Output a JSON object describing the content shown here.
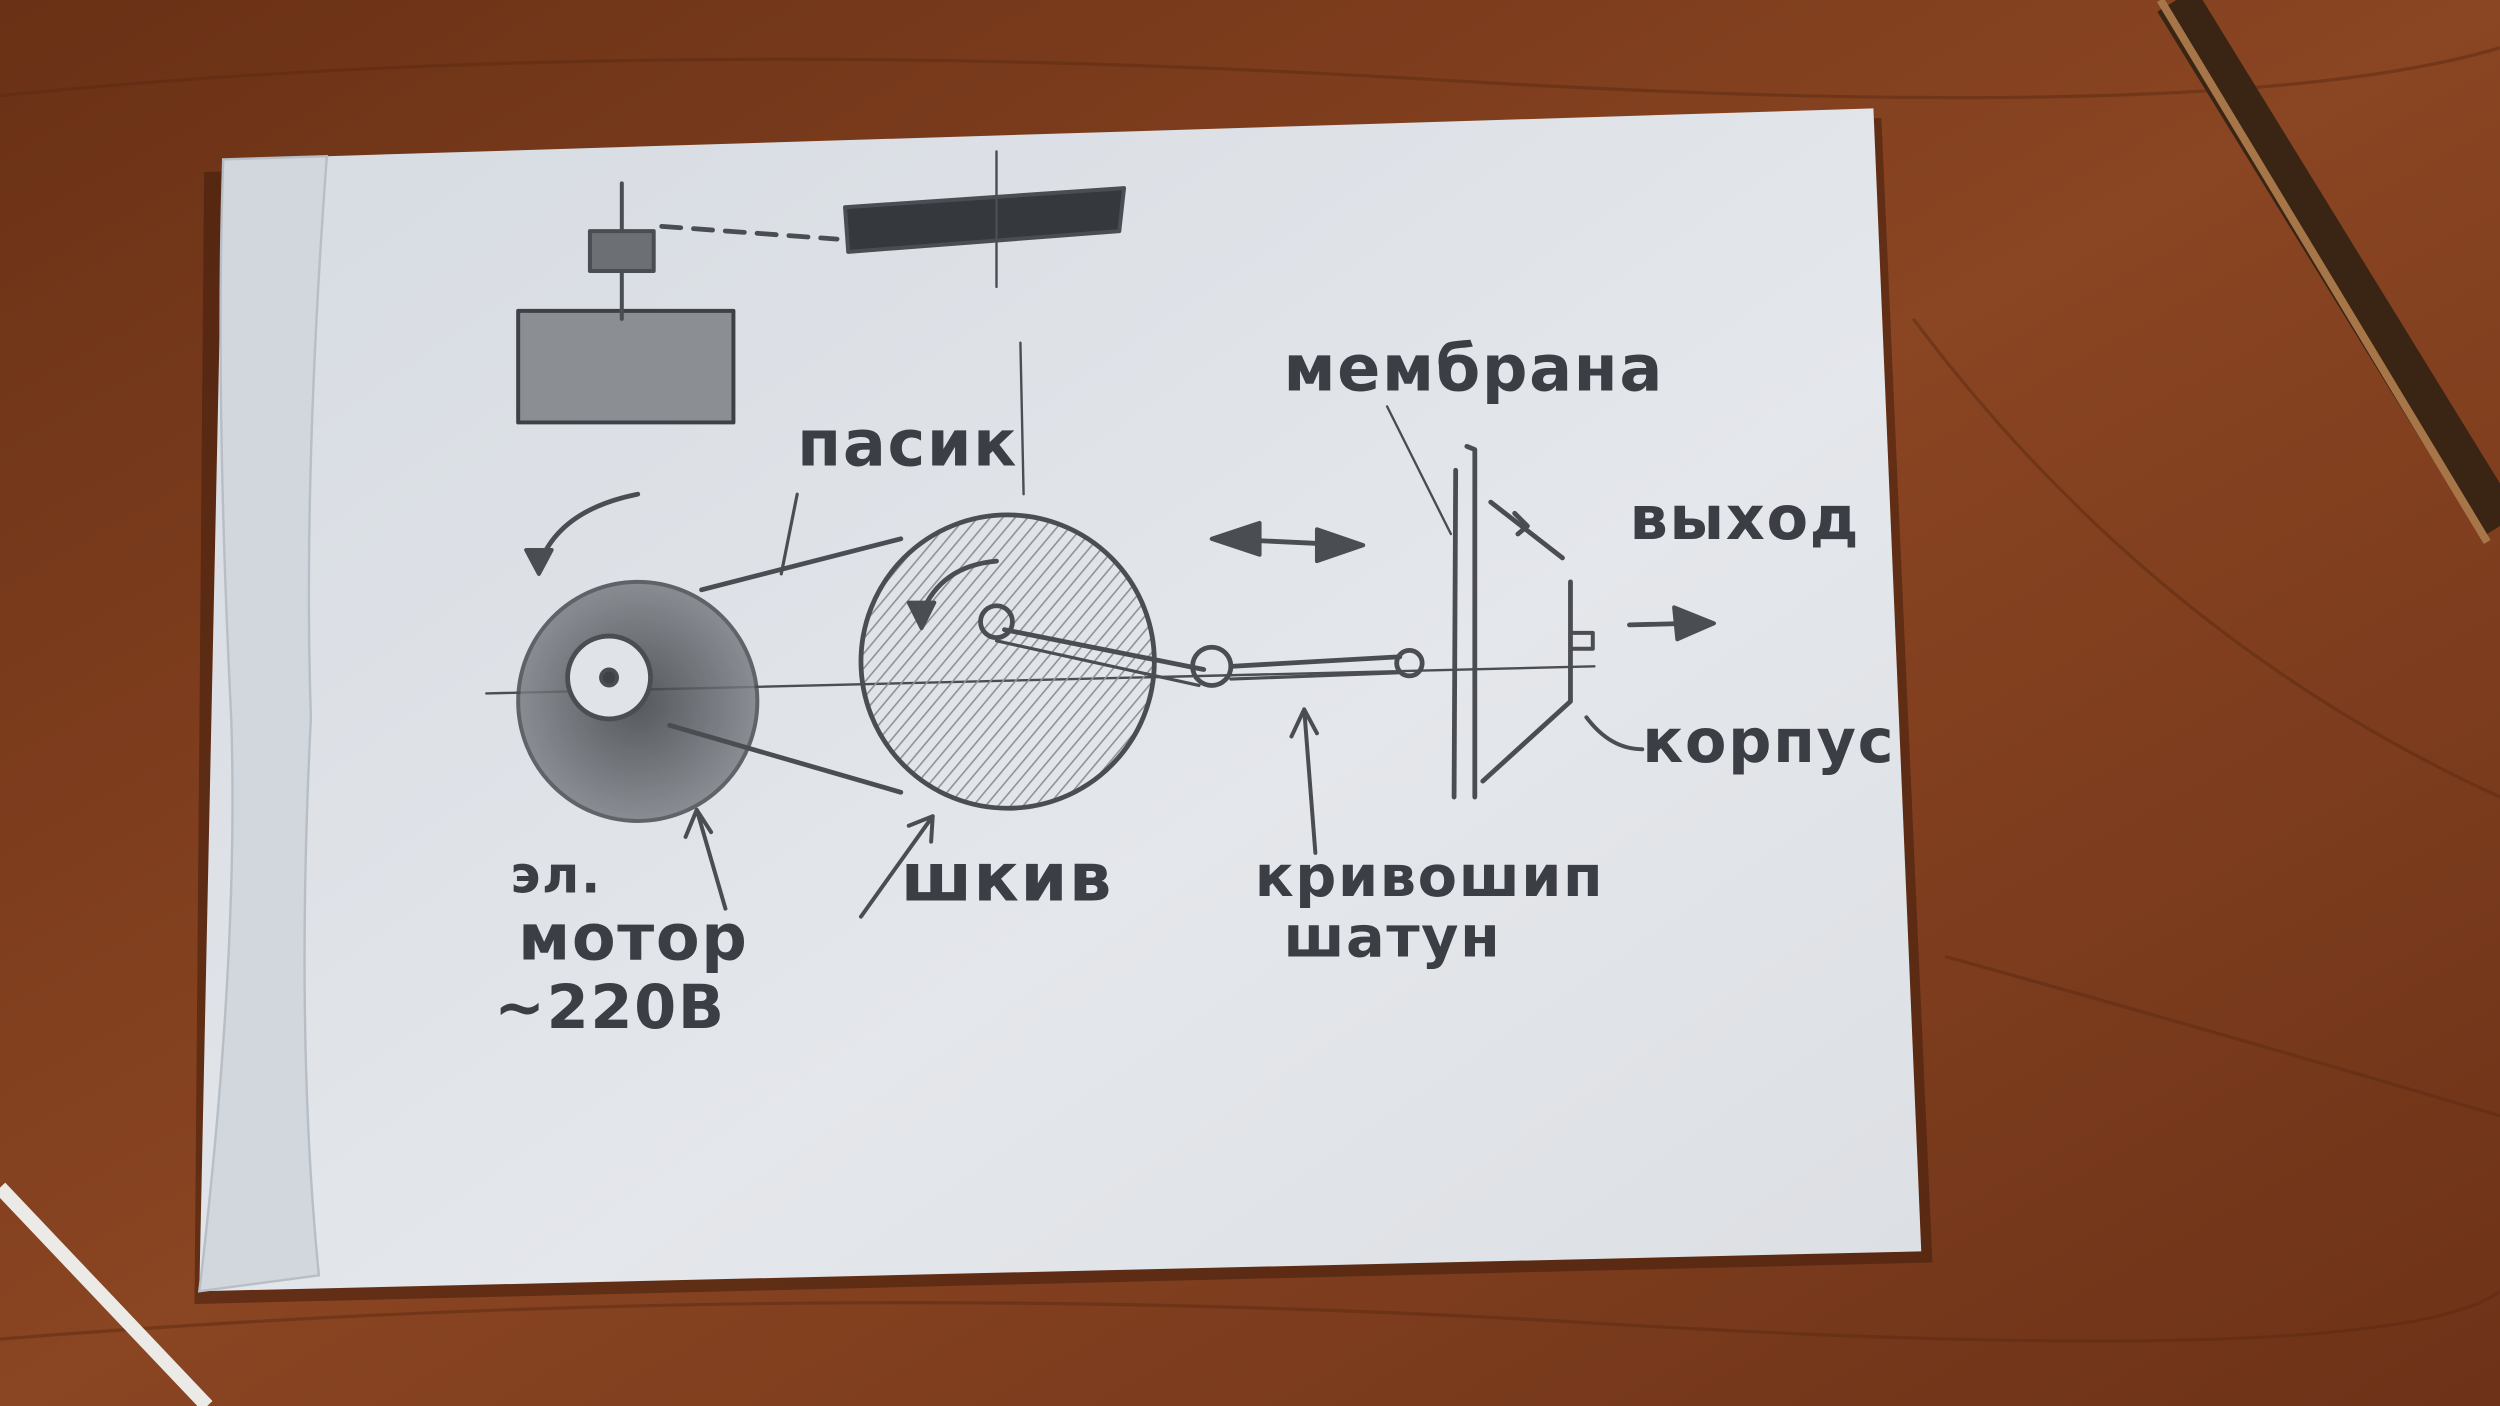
{
  "sketch": {
    "labels": {
      "membrane": "мембрана",
      "belt": "пасик",
      "outlet": "выход",
      "housing": "корпус",
      "motor_line1": "эл.",
      "motor_line2": "мотор",
      "motor_line3": "~220В",
      "pulley": "шкив",
      "crank_line1": "кривошип",
      "crank_line2": "шатун"
    }
  },
  "colors": {
    "wood": "#7a3a1c",
    "paper": "#dfe3e8",
    "pencil": "#4a4d52"
  }
}
